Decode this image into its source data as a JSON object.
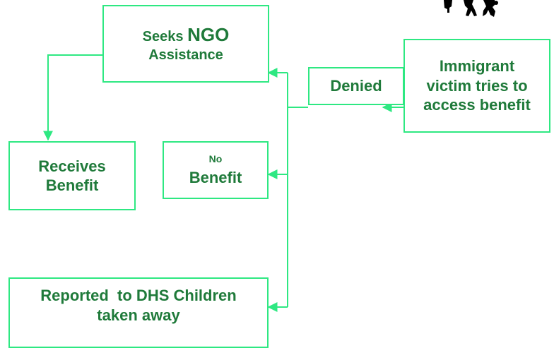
{
  "colors": {
    "border": "#2ee882",
    "text": "#1f7a3a",
    "connector": "#2ee882",
    "figure": "#000000"
  },
  "nodes": {
    "seeks_ngo": {
      "word": "Seeks",
      "emphasis": "NGO",
      "line2": "Assistance"
    },
    "denied": {
      "label": "Denied"
    },
    "immigrant_victim": {
      "line1": "Immigrant",
      "line2": "victim tries to",
      "line3": "access benefit"
    },
    "receives_benefit": {
      "line1": "Receives",
      "line2": "Benefit"
    },
    "no_benefit": {
      "small": "No",
      "big": "Benefit"
    },
    "reported_dhs": {
      "line1": "Reported  to DHS Children",
      "line2": "taken away"
    }
  },
  "decorations": {
    "people_icon": "people-clipart-icon"
  }
}
